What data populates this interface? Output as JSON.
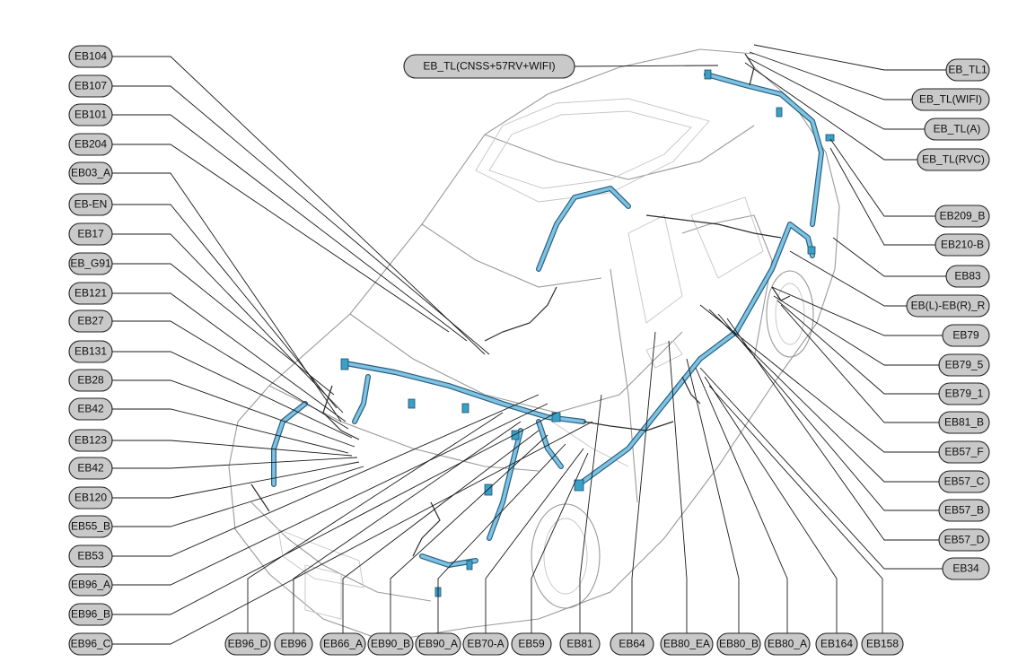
{
  "diagram": {
    "watermark": "",
    "labels": {
      "left": [
        "EB104",
        "EB107",
        "EB101",
        "EB204",
        "EB03_A",
        "EB-EN",
        "EB17",
        "EB_G91",
        "EB121",
        "EB27",
        "EB131",
        "EB28",
        "EB42",
        "EB123",
        "EB42",
        "EB120",
        "EB55_B",
        "EB53",
        "EB96_A",
        "EB96_B",
        "EB96_C"
      ],
      "bottom": [
        "EB96_D",
        "EB96",
        "EB66_A",
        "EB90_B",
        "EB90_A",
        "EB70-A",
        "EB59",
        "EB81",
        "EB64",
        "EB80_EA",
        "EB80_B",
        "EB80_A",
        "EB164",
        "EB158"
      ],
      "right": [
        "EB_TL1",
        "EB_TL(WIFI)",
        "EB_TL(A)",
        "EB_TL(RVC)",
        "EB209_B",
        "EB210-B",
        "EB83",
        "EB(L)-EB(R)_R",
        "EB79",
        "EB79_5",
        "EB79_1",
        "EB81_B",
        "EB57_F",
        "EB57_C",
        "EB57_B",
        "EB57_D",
        "EB34"
      ],
      "top": [
        "EB_TL(CNSS+57RV+WIFI)"
      ]
    }
  }
}
